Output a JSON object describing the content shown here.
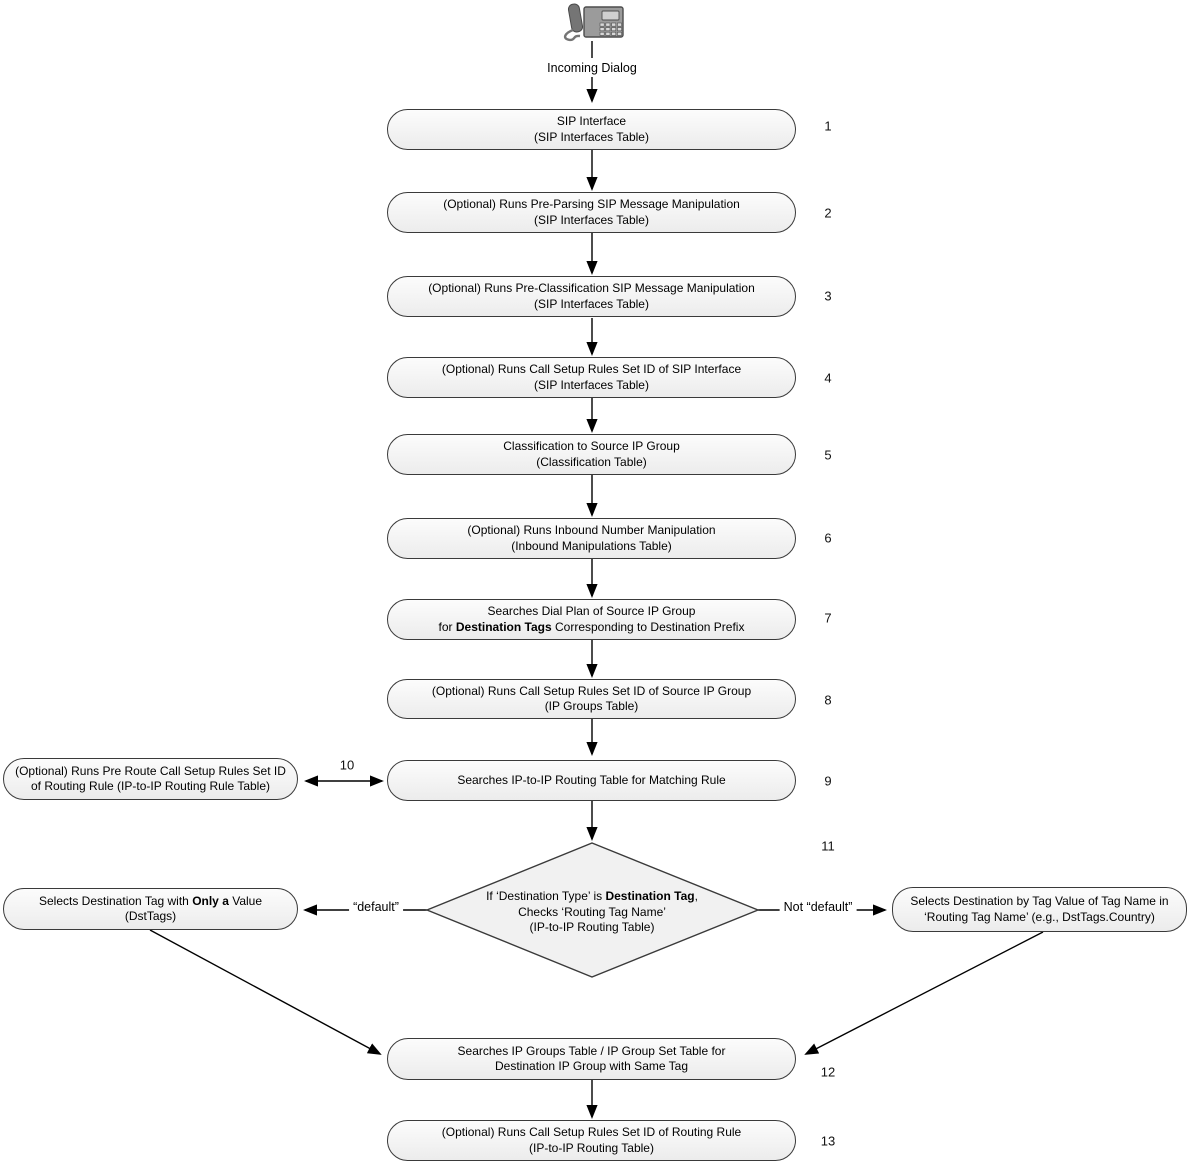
{
  "flow": {
    "incoming_label": "Incoming Dialog",
    "nodes": {
      "sip_interface": {
        "step": "1",
        "line1": "SIP Interface",
        "line2": "(SIP Interfaces Table)"
      },
      "pre_parsing": {
        "step": "2",
        "line1": "(Optional) Runs Pre-Parsing SIP Message Manipulation",
        "line2": "(SIP Interfaces Table)"
      },
      "pre_classification": {
        "step": "3",
        "line1": "(Optional) Runs Pre-Classification SIP Message Manipulation",
        "line2": "(SIP Interfaces Table)"
      },
      "call_setup_sip_interface": {
        "step": "4",
        "line1": "(Optional) Runs Call Setup Rules Set ID of SIP Interface",
        "line2": "(SIP Interfaces Table)"
      },
      "classification": {
        "step": "5",
        "line1": "Classification to Source IP Group",
        "line2": "(Classification Table)"
      },
      "inbound_manipulation": {
        "step": "6",
        "line1": "(Optional) Runs Inbound Number Manipulation",
        "line2": "(Inbound Manipulations Table)"
      },
      "dial_plan": {
        "step": "7",
        "line1": "Searches Dial Plan of Source IP Group",
        "line2_pre": "for ",
        "line2_bold": "Destination Tags",
        "line2_post": " Corresponding to Destination Prefix"
      },
      "call_setup_source_ip_group": {
        "step": "8",
        "line1": "(Optional) Runs Call Setup Rules Set ID of Source IP Group",
        "line2": "(IP Groups Table)"
      },
      "routing_match": {
        "step": "9",
        "line1": "Searches IP-to-IP Routing Table for Matching Rule"
      },
      "pre_route_call_setup": {
        "step": "10",
        "line1": "(Optional) Runs Pre Route Call Setup Rules Set ID",
        "line2": "of Routing Rule (IP-to-IP Routing Rule Table)"
      },
      "destination_type_decision": {
        "step": "11",
        "line1_pre": "If ‘Destination Type’ is ",
        "line1_bold": "Destination Tag",
        "line1_post": ",",
        "line2": "Checks ‘Routing Tag Name’",
        "line3": "(IP-to-IP Routing Table)"
      },
      "selects_dsttags": {
        "line1_pre": "Selects Destination Tag with ",
        "line1_bold": "Only a",
        "line1_post": " Value",
        "line2": "(DstTags)"
      },
      "selects_by_tag_name": {
        "line1": "Selects Destination by Tag Value of Tag Name in",
        "line2": "‘Routing Tag Name’ (e.g., DstTags.Country)"
      },
      "search_ip_groups": {
        "step": "12",
        "line1": "Searches IP Groups Table / IP Group Set Table for",
        "line2": "Destination IP Group with Same Tag"
      },
      "call_setup_routing_rule": {
        "step": "13",
        "line1": "(Optional) Runs Call Setup Rules Set ID of Routing Rule",
        "line2": "(IP-to-IP Routing Table)"
      }
    },
    "edge_labels": {
      "default_branch": "“default”",
      "not_default_branch": "Not “default”"
    },
    "colors": {
      "node_border": "#3a3a3a",
      "node_fill": "#ececec",
      "arrow": "#000000"
    }
  }
}
